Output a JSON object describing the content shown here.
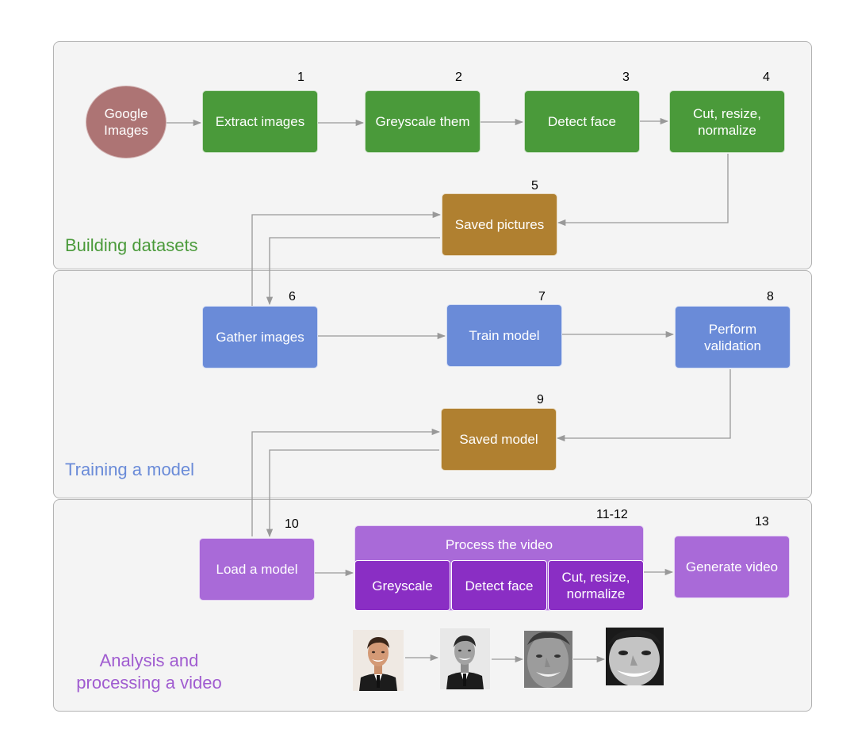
{
  "panels": {
    "datasets": "Building datasets",
    "training": "Training a model",
    "analysis": "Analysis and\nprocessing a video"
  },
  "nodes": {
    "google": "Google\nImages",
    "extract": "Extract images",
    "greyscale": "Greyscale them",
    "detect": "Detect face",
    "cut": "Cut, resize,\nnormalize",
    "saved_pictures": "Saved pictures",
    "gather": "Gather images",
    "train": "Train model",
    "validate": "Perform\nvalidation",
    "saved_model": "Saved model",
    "load": "Load a model",
    "process": "Process the video",
    "p_greyscale": "Greyscale",
    "p_detect": "Detect face",
    "p_cut": "Cut, resize,\nnormalize",
    "generate": "Generate video"
  },
  "numbers": {
    "n1": "1",
    "n2": "2",
    "n3": "3",
    "n4": "4",
    "n5": "5",
    "n6": "6",
    "n7": "7",
    "n8": "8",
    "n9": "9",
    "n10": "10",
    "n11": "11-12",
    "n13": "13"
  },
  "colors": {
    "green": "#4a9a3a",
    "brown": "#b08030",
    "blue": "#6a8bd8",
    "lavender": "#a96ad8",
    "purple": "#8a2ec4",
    "datasets_title": "#4a9a3a",
    "training_title": "#6a8bd8",
    "analysis_title": "#a05cd0",
    "google_circle": "#ad7474",
    "arrow": "#999999"
  },
  "icons": {
    "face_sequence": [
      "color-face-photo",
      "greyscale-face-photo",
      "cropped-face-photo",
      "normalized-face-photo"
    ]
  }
}
